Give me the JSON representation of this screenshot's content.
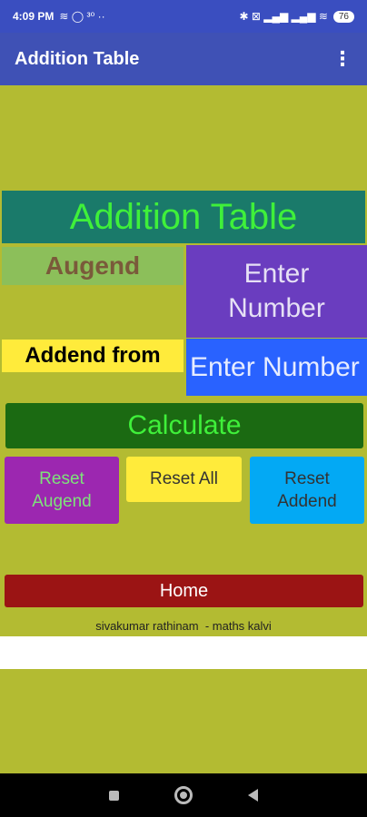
{
  "status": {
    "time": "4:09 PM",
    "left_icons": "≋ ◯ ³⁰ ··",
    "right_icons": "✱ ⊠ ▂▄▆ ▂▄▆ ≋",
    "battery": "76"
  },
  "appbar": {
    "title": "Addition Table",
    "menu_icon": "⋮"
  },
  "main": {
    "heading": "Addition Table",
    "augend_label": "Augend",
    "augend_input_placeholder": "Enter Number",
    "addend_label": "Addend from",
    "addend_input_placeholder": "Enter Number",
    "calculate_label": "Calculate",
    "reset_augend_label": "Reset Augend",
    "reset_all_label": "Reset All",
    "reset_addend_label": "Reset Addend",
    "home_label": "Home",
    "footer_credit": "sivakumar rathinam  - maths kalvi"
  },
  "colors": {
    "background": "#b3bb32",
    "heading_bg": "#1a7a6a",
    "heading_text": "#3ff03a",
    "augend_bg": "#8cbf5a",
    "augend_text": "#7a5a3a",
    "input_purple": "#6a3dbf",
    "addend_label_bg": "#ffeb3b",
    "input_blue": "#2962ff",
    "calculate_bg": "#1b6a12",
    "calculate_text": "#3ff03a",
    "reset_augend_bg": "#9c27b0",
    "reset_all_bg": "#ffeb3b",
    "reset_addend_bg": "#03a9f4",
    "home_bg": "#9b1414"
  }
}
